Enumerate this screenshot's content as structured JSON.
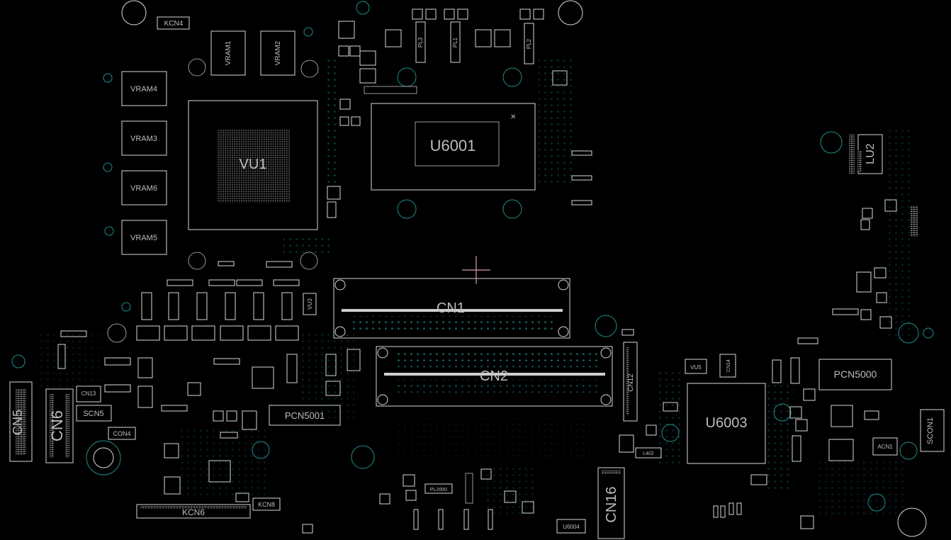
{
  "designators": {
    "vu1": "VU1",
    "u6001": "U6001",
    "u6003": "U6003",
    "cn1": "CN1",
    "cn2": "CN2",
    "cn5": "CN5",
    "cn6": "CN6",
    "cn12": "CN12",
    "cn13": "CN13",
    "cn14": "CN14",
    "cn16": "CN16",
    "kcn4": "KCN4",
    "kcn6": "KCN6",
    "kcn8": "KCN8",
    "scn5": "SCN5",
    "con4": "CON4",
    "pcn5001": "PCN5001",
    "pcn5000": "PCN5000",
    "scon1": "SCON1",
    "acn1": "ACN1",
    "lu2": "LU2",
    "u6004": "U6004",
    "vram1": "VRAM1",
    "vram2": "VRAM2",
    "vram3": "VRAM3",
    "vram4": "VRAM4",
    "vram5": "VRAM5",
    "vram6": "VRAM6",
    "pl1": "PL1",
    "pl2": "PL2",
    "pl3": "PL3",
    "pl2000": "PL2000",
    "vu3": "VU3",
    "vu5": "VU5",
    "vl402": "L402"
  },
  "colors": {
    "background": "#000000",
    "outline": "#d9d9d9",
    "via": "#1f8f8f",
    "cursor": "#d89aa8"
  }
}
